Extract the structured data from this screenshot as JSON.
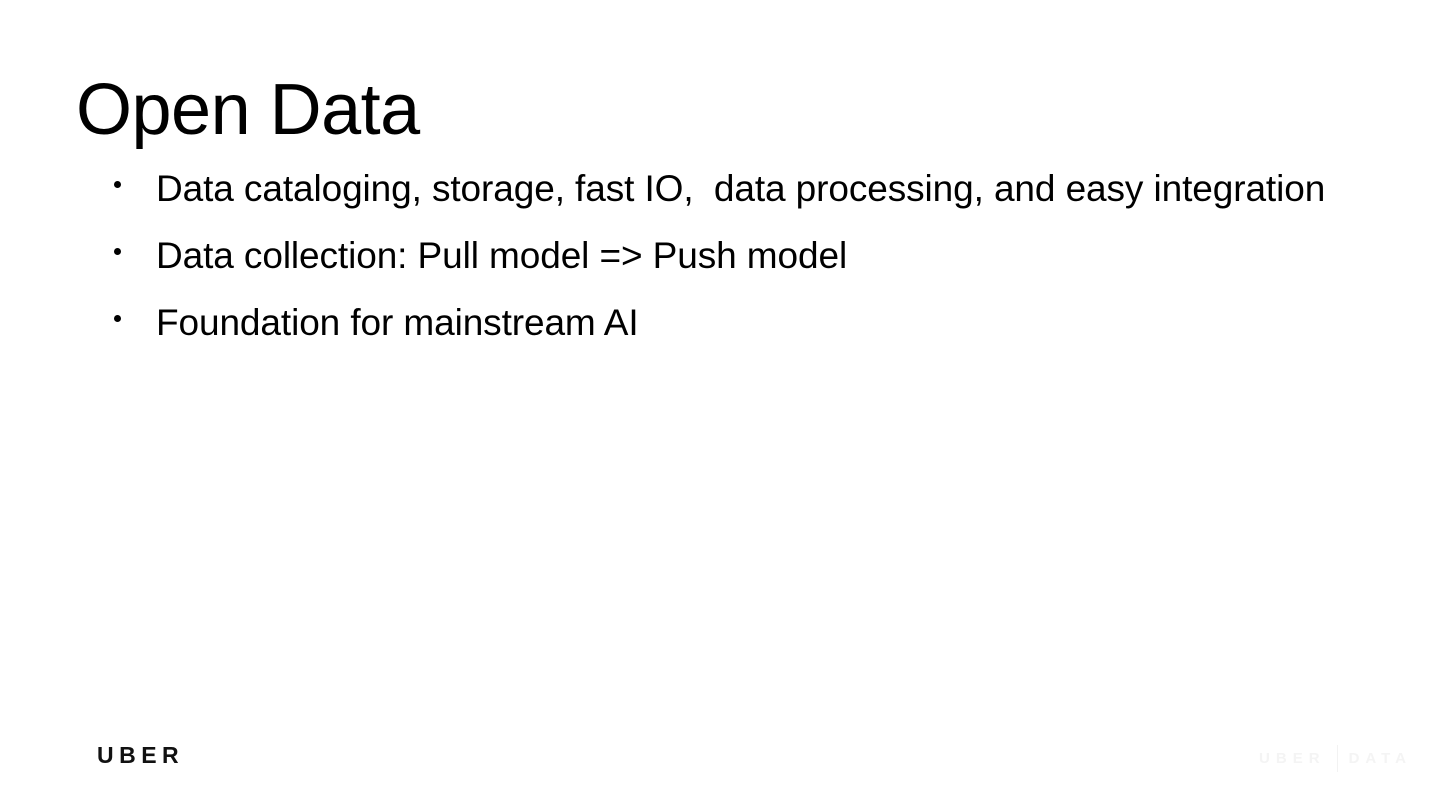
{
  "slide": {
    "title": "Open Data",
    "background_color": "#ffffff",
    "text_color": "#000000",
    "bullets": [
      {
        "text": "Data cataloging, storage, fast IO,  data processing, and easy integration"
      },
      {
        "text": "Data collection: Pull model => Push model"
      },
      {
        "text": "Foundation for mainstream AI"
      }
    ]
  },
  "footer": {
    "logo_text": "UBER",
    "watermark": {
      "left_text": "UBER",
      "right_text": "DATA",
      "color": "#f4f4f4"
    }
  }
}
